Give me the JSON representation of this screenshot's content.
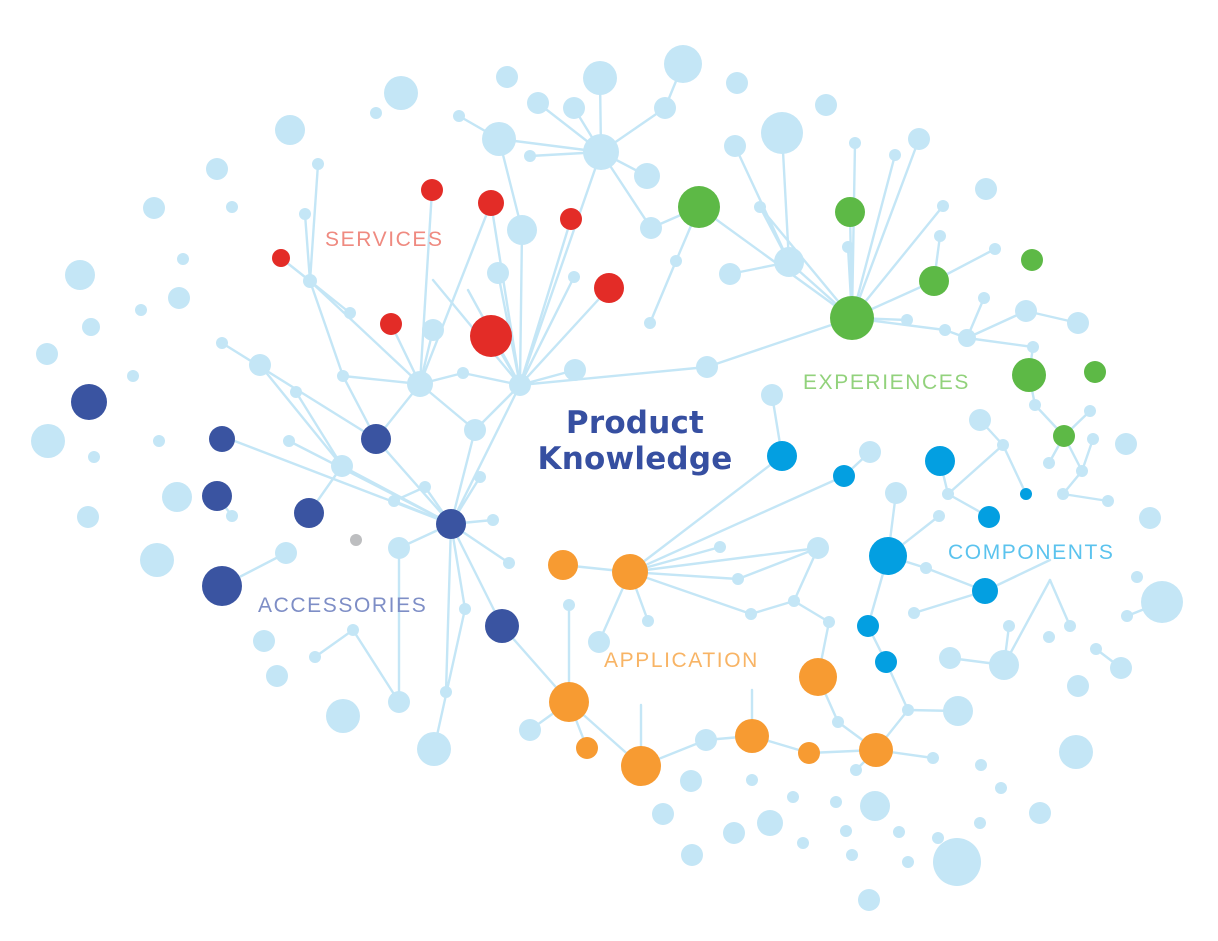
{
  "title": {
    "line1": "Product",
    "line2": "Knowledge"
  },
  "categories": [
    {
      "id": "services",
      "label": "SERVICES"
    },
    {
      "id": "experiences",
      "label": "EXPERIENCES"
    },
    {
      "id": "components",
      "label": "COMPONENTS"
    },
    {
      "id": "accessories",
      "label": "ACCESSORIES"
    },
    {
      "id": "application",
      "label": "APPLICATION"
    }
  ],
  "colors": {
    "background_node": "#c4e6f6",
    "link": "#c4e6f6",
    "title": "#364fa1",
    "services": "#e32c27",
    "services_label": "#ef8a80",
    "experiences": "#5db946",
    "experiences_label": "#92d27c",
    "components": "#039fe1",
    "components_label": "#5bc3ee",
    "accessories": "#3a54a1",
    "accessories_label": "#7e8ec6",
    "application": "#f79b32",
    "application_label": "#f8b465",
    "misc": "#bdbec0"
  }
}
